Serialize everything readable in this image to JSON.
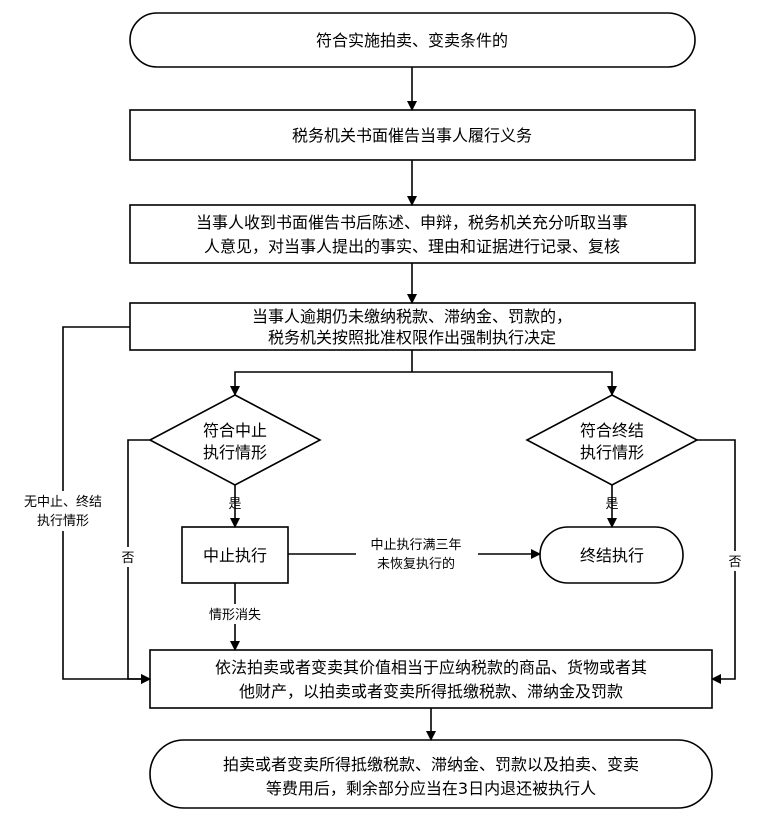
{
  "nodes": {
    "start": "符合实施拍卖、变卖条件的",
    "urge": "税务机关书面催告当事人履行义务",
    "statement_1": "当事人收到书面催告书后陈述、申辩，税务机关充分听取当事",
    "statement_2": "人意见，对当事人提出的事实、理由和证据进行记录、复核",
    "decision_1": "当事人逾期仍未缴纳税款、滞纳金、罚款的，",
    "decision_2": "税务机关按照批准权限作出强制执行决定",
    "suspend_q_1": "符合中止",
    "suspend_q_2": "执行情形",
    "terminate_q_1": "符合终结",
    "terminate_q_2": "执行情形",
    "suspend": "中止执行",
    "terminate": "终结执行",
    "auction_1": "依法拍卖或者变卖其价值相当于应纳税款的商品、货物或者其",
    "auction_2": "他财产，以拍卖或者变卖所得抵缴税款、滞纳金及罚款",
    "end_1": "拍卖或者变卖所得抵缴税款、滞纳金、罚款以及拍卖、变卖",
    "end_2": "等费用后，剩余部分应当在3日内退还被执行人"
  },
  "edge_labels": {
    "yes_suspend": "是",
    "yes_terminate": "是",
    "no_suspend": "否",
    "no_terminate": "否",
    "none_1": "无中止、终结",
    "none_2": "执行情形",
    "three_years_1": "中止执行满三年",
    "three_years_2": "未恢复执行的",
    "circumstance_gone": "情形消失"
  }
}
